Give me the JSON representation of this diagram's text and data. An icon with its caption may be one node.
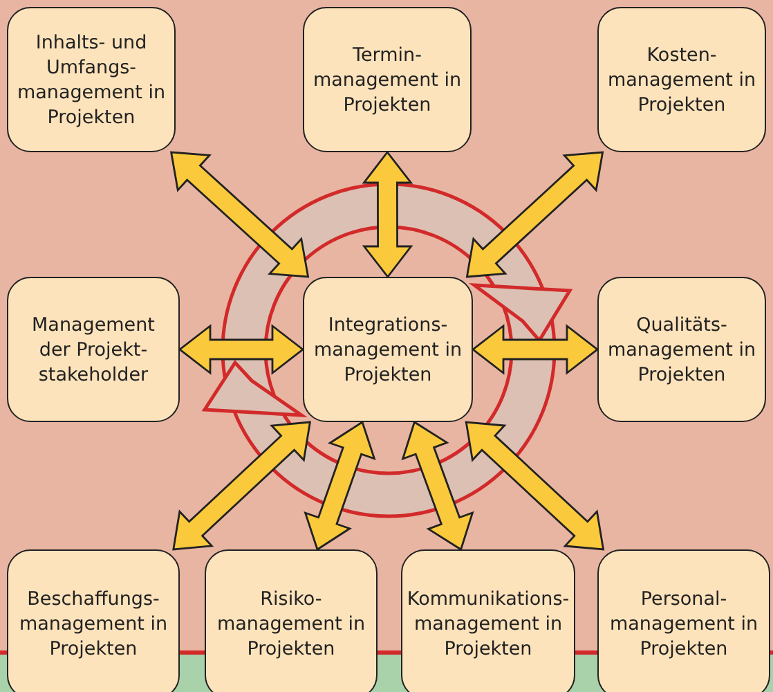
{
  "diagram": {
    "nodes": [
      {
        "text": [
          "Inhalts- und Umfangs- management in Projekten"
        ]
      },
      {
        "text": [
          "Termin- management in Projekten"
        ]
      },
      {
        "text": [
          "Kosten- management in Projekten"
        ]
      },
      {
        "text": [
          "Management der Projekt- stakeholder"
        ]
      },
      {
        "text": [
          "Integrations- management in Projekten"
        ]
      },
      {
        "text": [
          "Qualitäts- management in Projekten"
        ]
      },
      {
        "text": [
          "Beschaffungs- management in Projekten"
        ]
      },
      {
        "text": [
          "Risiko- management in Projekten"
        ]
      },
      {
        "text": [
          "Kommunikations- management in Projekten"
        ]
      },
      {
        "text": [
          "Personal- management in Projekten"
        ]
      }
    ],
    "edges": [
      {
        "from": 4,
        "to": 0,
        "arrow": "both"
      },
      {
        "from": 4,
        "to": 1,
        "arrow": "both"
      },
      {
        "from": 4,
        "to": 2,
        "arrow": "both"
      },
      {
        "from": 4,
        "to": 3,
        "arrow": "both"
      },
      {
        "from": 4,
        "to": 5,
        "arrow": "both"
      },
      {
        "from": 4,
        "to": 6,
        "arrow": "both"
      },
      {
        "from": 4,
        "to": 7,
        "arrow": "both"
      },
      {
        "from": 4,
        "to": 8,
        "arrow": "both"
      },
      {
        "from": 4,
        "to": 9,
        "arrow": "both"
      }
    ]
  }
}
